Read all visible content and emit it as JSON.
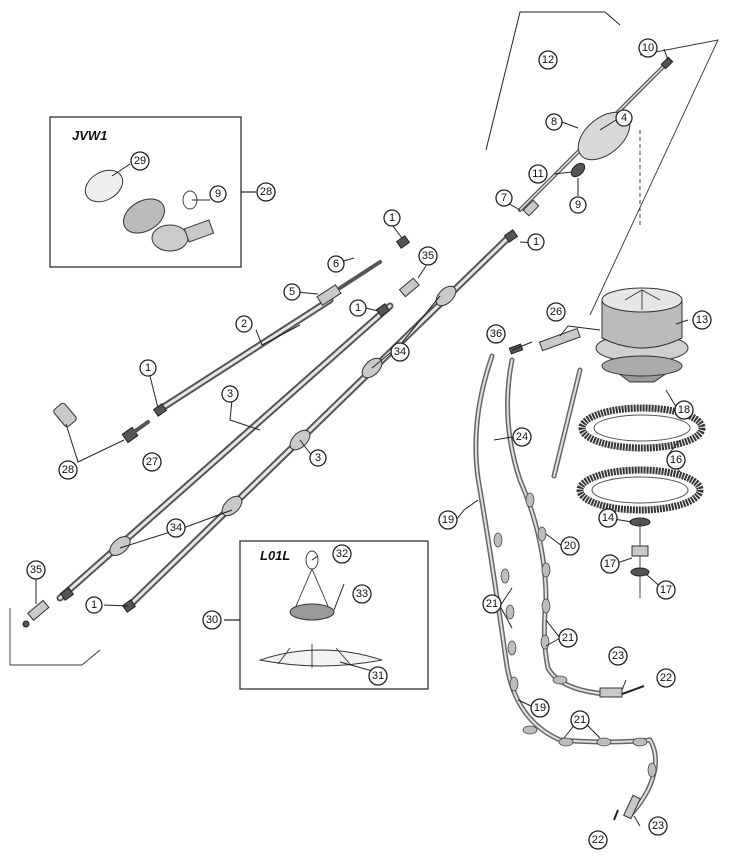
{
  "insets": {
    "jvw1": {
      "title": "JVW1"
    },
    "l01l": {
      "title": "L01L"
    }
  },
  "callouts": {
    "c1a": "1",
    "c1b": "1",
    "c1c": "1",
    "c1d": "1",
    "c1e": "1",
    "c2": "2",
    "c3a": "3",
    "c3b": "3",
    "c4": "4",
    "c5": "5",
    "c6": "6",
    "c7": "7",
    "c8": "8",
    "c9a": "9",
    "c9b": "9",
    "c10": "10",
    "c11": "11",
    "c12": "12",
    "c13": "13",
    "c14": "14",
    "c16": "16",
    "c17a": "17",
    "c17b": "17",
    "c18": "18",
    "c19a": "19",
    "c19b": "19",
    "c20": "20",
    "c21a": "21",
    "c21b": "21",
    "c21c": "21",
    "c22a": "22",
    "c22b": "22",
    "c23a": "23",
    "c23b": "23",
    "c24": "24",
    "c26": "26",
    "c27": "27",
    "c28a": "28",
    "c28b": "28",
    "c29": "29",
    "c30": "30",
    "c31": "31",
    "c32": "32",
    "c33": "33",
    "c34a": "34",
    "c34b": "34",
    "c35a": "35",
    "c35b": "35",
    "c36": "36"
  }
}
